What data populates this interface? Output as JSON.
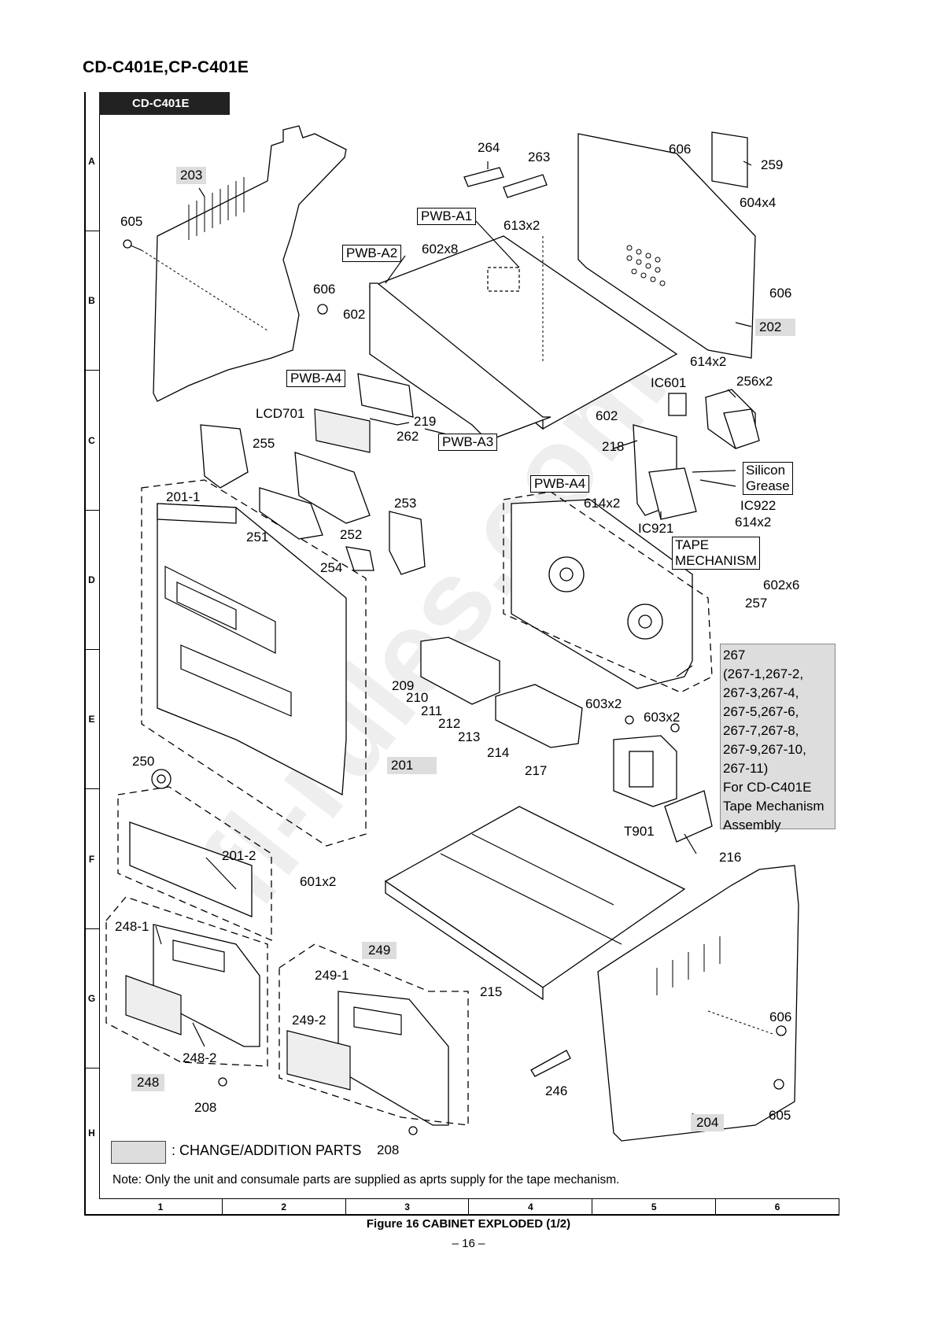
{
  "header": {
    "title": "CD-C401E,CP-C401E"
  },
  "model_tab": "CD-C401E",
  "grid": {
    "rows": [
      "A",
      "B",
      "C",
      "D",
      "E",
      "F",
      "G",
      "H"
    ],
    "cols": [
      "1",
      "2",
      "3",
      "4",
      "5",
      "6"
    ]
  },
  "labels": {
    "l203": "203",
    "l605a": "605",
    "l606a": "606",
    "l602a": "602",
    "pwb_a4a": "PWB-A4",
    "pwb_a2": "PWB-A2",
    "pwb_a1": "PWB-A1",
    "l602x8": "602x8",
    "l264": "264",
    "l263": "263",
    "l613x2": "613x2",
    "l606b": "606",
    "l259": "259",
    "l604x4": "604x4",
    "l606c": "606",
    "l202": "202",
    "l614x2a": "614x2",
    "ic601": "IC601",
    "l256x2": "256x2",
    "lcd701": "LCD701",
    "l219": "219",
    "l262": "262",
    "pwb_a3": "PWB-A3",
    "l602b": "602",
    "l218": "218",
    "l255": "255",
    "silicon_grease": "Silicon\nGrease",
    "pwb_a4b": "PWB-A4",
    "l614x2b": "614x2",
    "ic922": "IC922",
    "l614x2c": "614x2",
    "ic921": "IC921",
    "tape_mech": "TAPE\nMECHANISM",
    "l201_1": "201-1",
    "l253": "253",
    "l251": "251",
    "l252": "252",
    "l254": "254",
    "l602x6": "602x6",
    "l257": "257",
    "l209": "209",
    "l210": "210",
    "l211": "211",
    "l212": "212",
    "l213": "213",
    "l214": "214",
    "l217": "217",
    "l603x2a": "603x2",
    "l603x2b": "603x2",
    "l250": "250",
    "l201": "201",
    "t901": "T901",
    "l216": "216",
    "l201_2": "201-2",
    "l601x2": "601x2",
    "l248_1": "248-1",
    "l249": "249",
    "l249_1": "249-1",
    "l249_2": "249-2",
    "l215": "215",
    "l606d": "606",
    "l248_2": "248-2",
    "l248": "248",
    "l208a": "208",
    "l246": "246",
    "l204": "204",
    "l605b": "605",
    "l208b": "208"
  },
  "callout_267": "267\n(267-1,267-2,\n267-3,267-4,\n267-5,267-6,\n267-7,267-8,\n267-9,267-10,\n267-11)\nFor CD-C401E\nTape Mechanism\nAssembly",
  "legend": {
    "text": ": CHANGE/ADDITION PARTS",
    "swatch_color": "#dddddd"
  },
  "note": "Note: Only the unit and consumale parts are supplied as aprts supply for the tape mechanism.",
  "caption": "Figure 16 CABINET EXPLODED (1/2)",
  "page_number": "– 16 –"
}
